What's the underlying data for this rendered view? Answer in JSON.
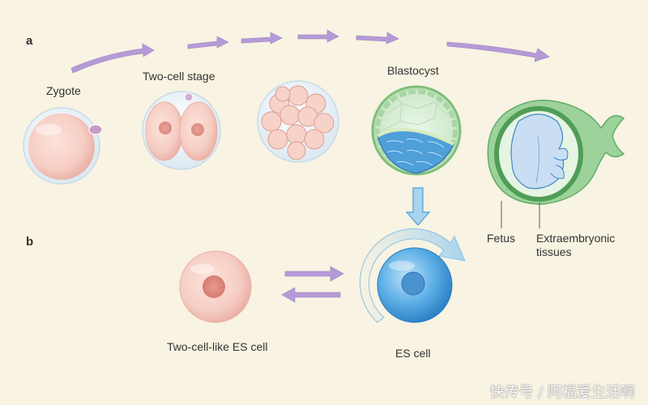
{
  "panels": {
    "a": "a",
    "b": "b"
  },
  "labels": {
    "zygote": "Zygote",
    "two_cell_stage": "Two-cell stage",
    "blastocyst": "Blastocyst",
    "fetus": "Fetus",
    "extraembryonic_line1": "Extraembryonic",
    "extraembryonic_line2": "tissues",
    "two_cell_like_es_cell": "Two-cell-like ES cell",
    "es_cell": "ES cell"
  },
  "watermark": "快传号 / 阿福爱生活啊",
  "colors": {
    "background": "#f8f3e2",
    "arrow": "#b59bd6",
    "egg_pink": "#f6cfc6",
    "es_blue": "#3f9ad6",
    "embryo_green": "#5fae68"
  }
}
